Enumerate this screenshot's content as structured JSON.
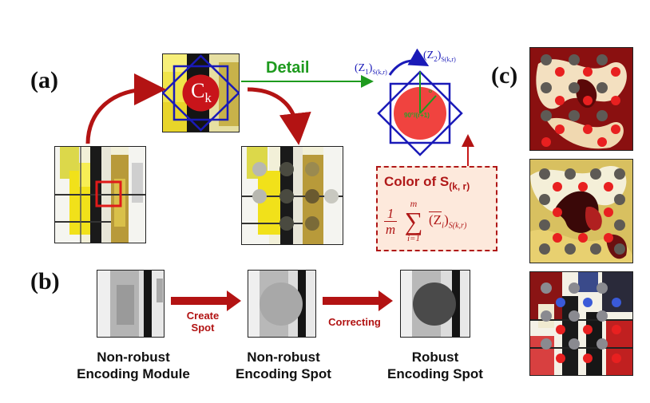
{
  "panel_labels": {
    "a": "(a)",
    "b": "(b)",
    "c": "(c)"
  },
  "panel_a": {
    "center_symbol": "C",
    "center_subscript": "k",
    "detail_label": "Detail",
    "z1_label": "(Z",
    "z1_index": "1",
    "z1_sub": "S(k,r)",
    "z2_label": "(Z",
    "z2_index": "2",
    "z2_sub": "S(k,r)",
    "angle_label": "90°/(r+1)",
    "color_title": "Color of S",
    "color_title_sub": "(k, r)",
    "formula_frac_num": "1",
    "formula_frac_den": "m",
    "formula_sum_top": "m",
    "formula_sum_bottom": "i=1",
    "formula_term": "(Z",
    "formula_term_index": "i",
    "formula_term_sub": "S(k,r)"
  },
  "panel_b": {
    "arrow1_label_line1": "Create",
    "arrow1_label_line2": "Spot",
    "arrow2_label": "Correcting",
    "captions": [
      {
        "line1": "Non-robust",
        "line2": "Encoding Module"
      },
      {
        "line1": "Non-robust",
        "line2": "Encoding Spot"
      },
      {
        "line1": "Robust",
        "line2": "Encoding Spot"
      }
    ]
  },
  "colors": {
    "arrow_red": "#b31313",
    "square_blue": "#1a1ab8",
    "detail_green": "#1e9a1e",
    "spot_red": "#d81c1c",
    "formula_box_bg": "#fde9dc"
  }
}
